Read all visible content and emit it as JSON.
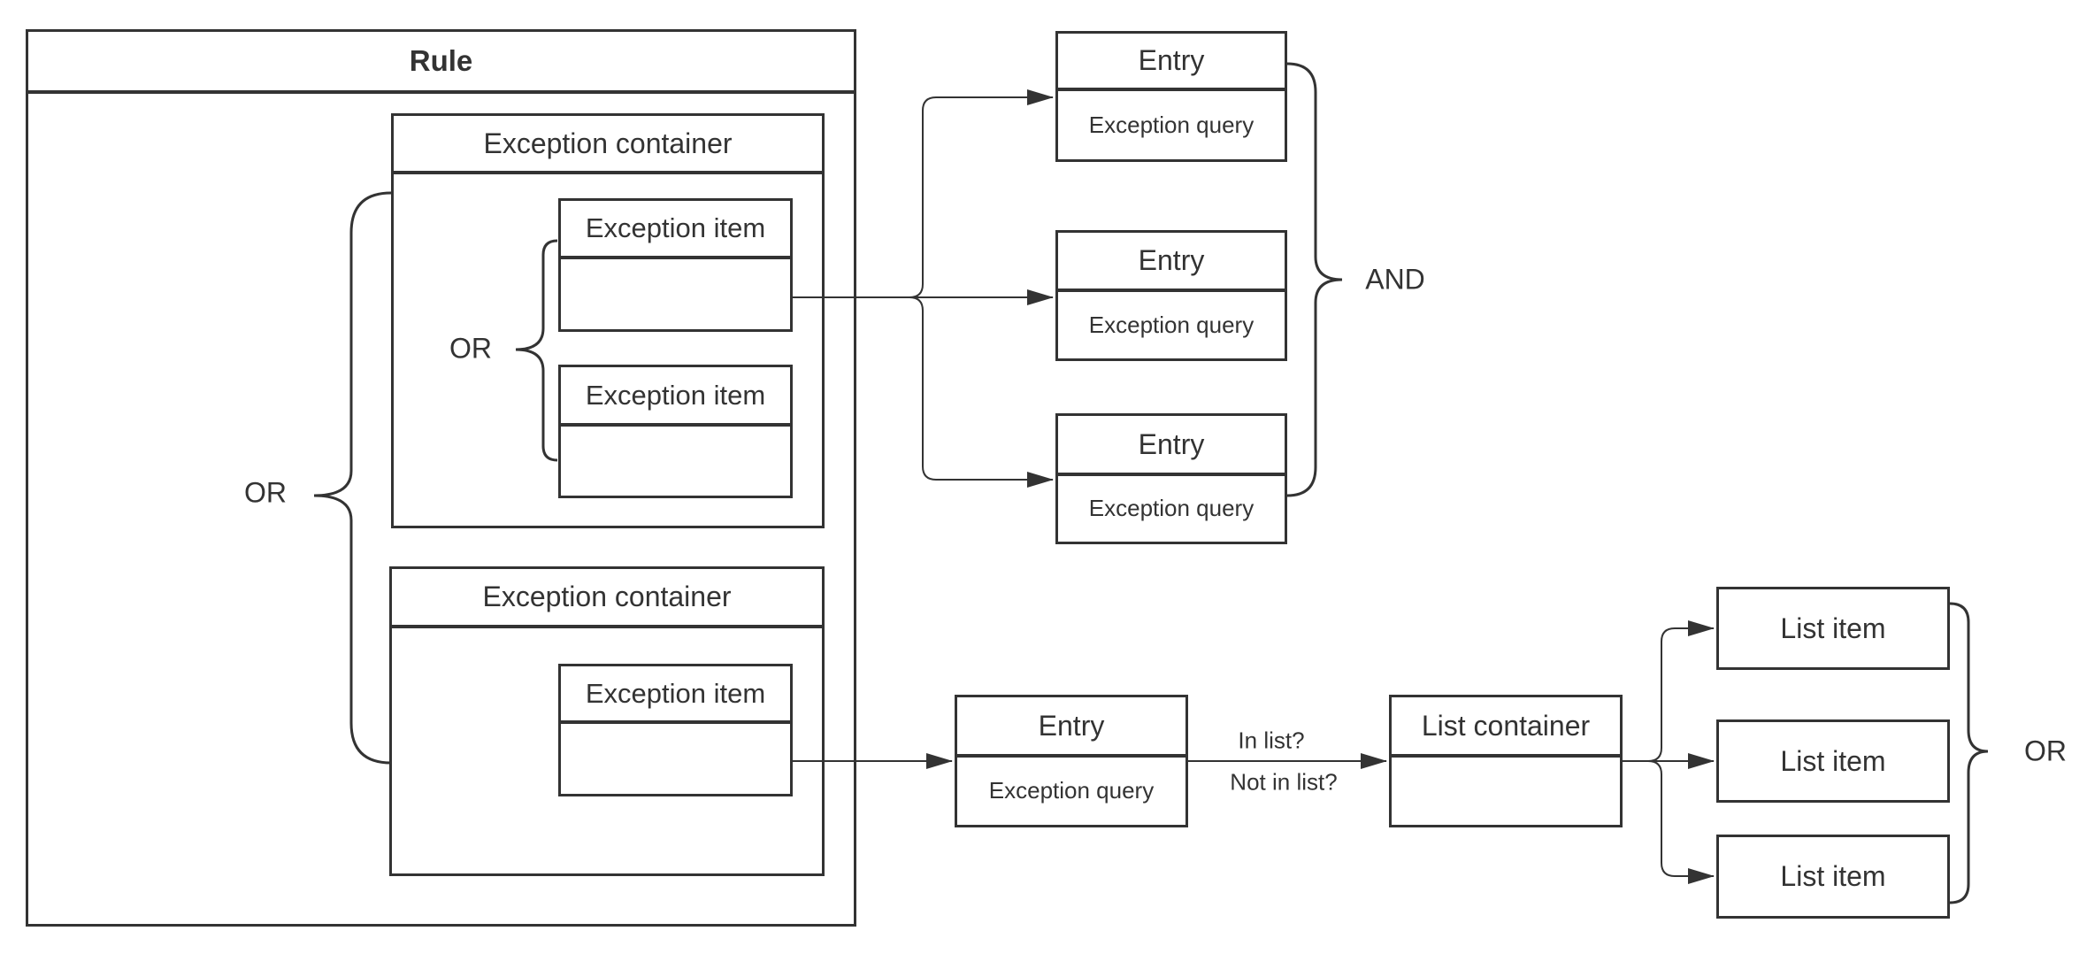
{
  "rule": {
    "title": "Rule"
  },
  "containers": [
    {
      "title": "Exception container"
    },
    {
      "title": "Exception container"
    }
  ],
  "items": [
    {
      "title": "Exception item"
    },
    {
      "title": "Exception item"
    },
    {
      "title": "Exception item"
    }
  ],
  "entries": [
    {
      "title": "Entry",
      "query": "Exception query"
    },
    {
      "title": "Entry",
      "query": "Exception query"
    },
    {
      "title": "Entry",
      "query": "Exception query"
    },
    {
      "title": "Entry",
      "query": "Exception query"
    }
  ],
  "list": {
    "container_title": "List container",
    "items": [
      {
        "label": "List item"
      },
      {
        "label": "List item"
      },
      {
        "label": "List item"
      }
    ]
  },
  "operators": {
    "outer_or": "OR",
    "inner_or": "OR",
    "and": "AND",
    "list_or": "OR"
  },
  "edge_labels": {
    "in_list": "In list?",
    "not_in_list": "Not in list?"
  },
  "colors": {
    "stroke": "#333333",
    "text": "#333333",
    "background": "#ffffff"
  }
}
